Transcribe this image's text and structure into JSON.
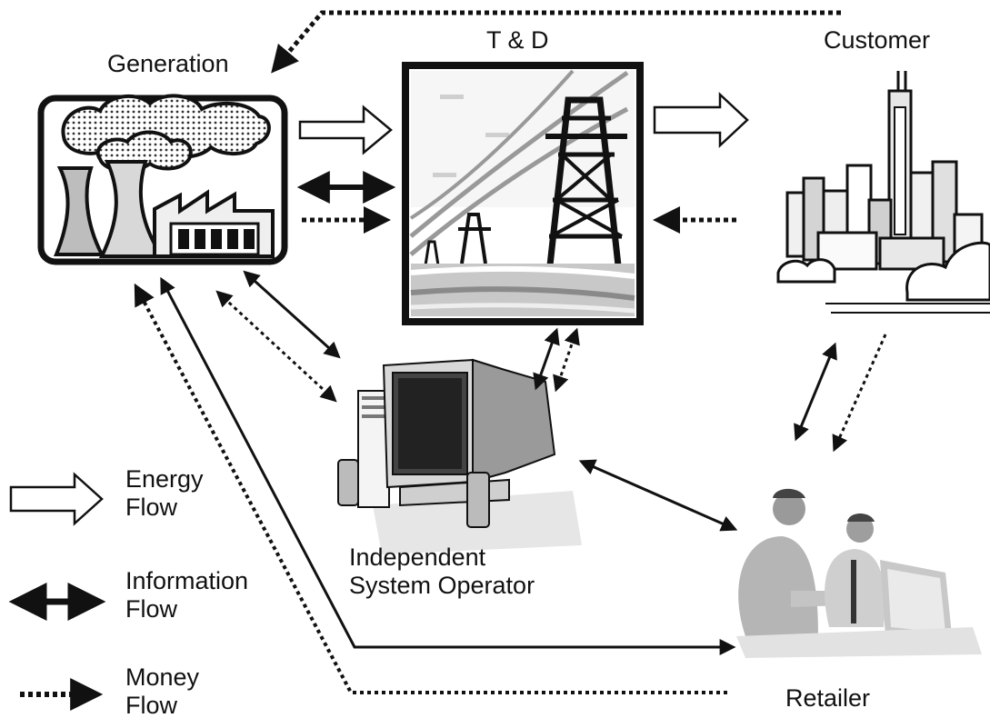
{
  "nodes": {
    "generation": "Generation",
    "td": "T & D",
    "customer": "Customer",
    "iso_line1": "Independent",
    "iso_line2": "System Operator",
    "retailer": "Retailer"
  },
  "legend": {
    "energy_line1": "Energy",
    "energy_line2": "Flow",
    "info_line1": "Information",
    "info_line2": "Flow",
    "money_line1": "Money",
    "money_line2": "Flow"
  },
  "colors": {
    "stroke": "#111111",
    "fill_light": "#ffffff",
    "fill_mid": "#bdbdbd",
    "fill_dark": "#555555"
  }
}
